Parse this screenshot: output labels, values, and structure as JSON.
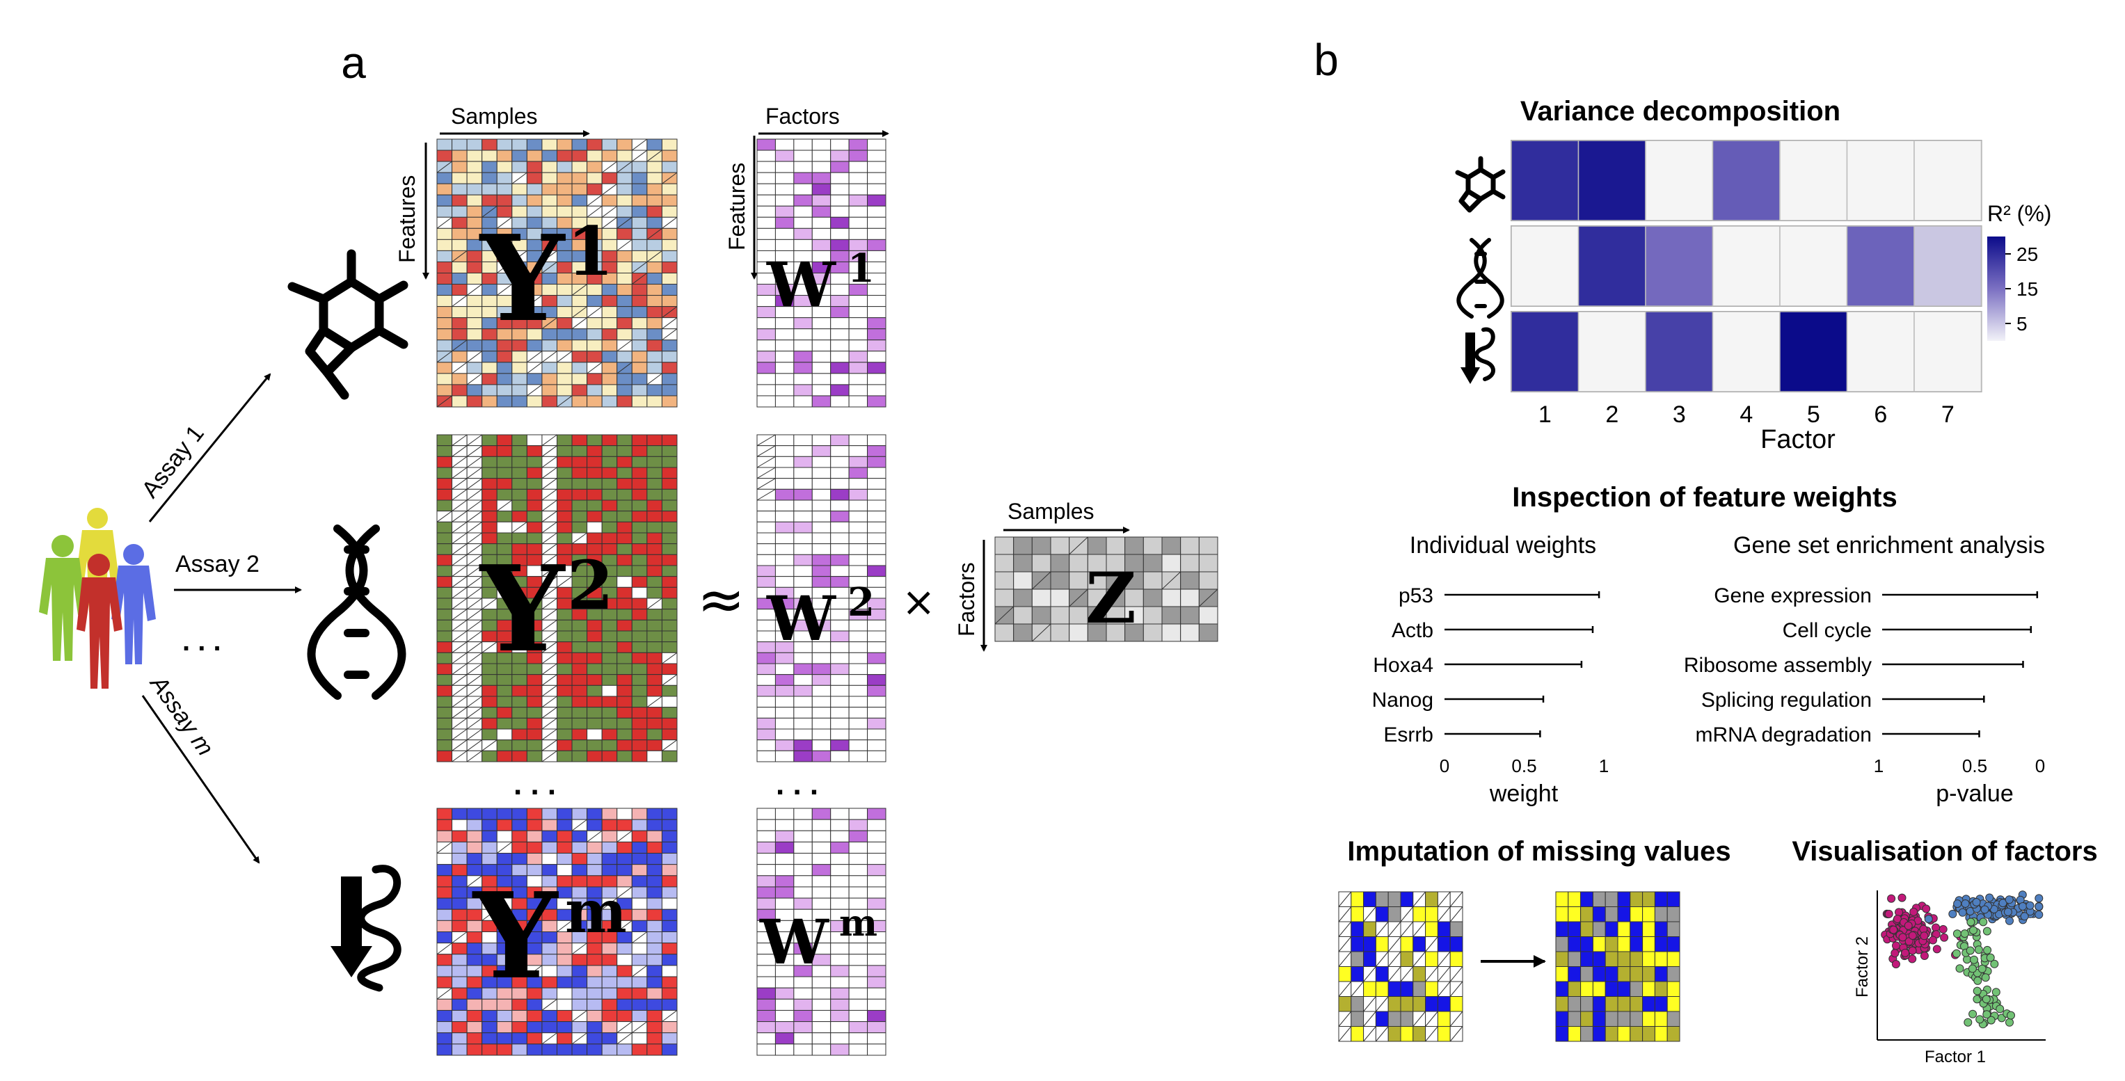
{
  "panel_a": {
    "label": "a",
    "assays": [
      "Assay 1",
      "Assay 2",
      "Assay m"
    ],
    "ellipsis": ". . .",
    "axis_samples": "Samples",
    "axis_factors": "Factors",
    "axis_features": "Features",
    "matrices": {
      "y1_base": "Y",
      "y1_sup": "1",
      "y2_base": "Y",
      "y2_sup": "2",
      "ym_base": "Y",
      "ym_sup": "m",
      "w1_base": "W",
      "w1_sup": "1",
      "w2_base": "W",
      "w2_sup": "2",
      "wm_base": "W",
      "wm_sup": "m",
      "z": "Z"
    },
    "approx_symbol": "≈",
    "times_symbol": "×",
    "palettes": {
      "y1": [
        "#d94a45",
        "#f2b480",
        "#f8eec0",
        "#b8cde2",
        "#6b8ec6",
        "#ffffff"
      ],
      "y2": [
        "#d9302e",
        "#6e8f46",
        "#ffffff"
      ],
      "ym": [
        "#3e4ae0",
        "#ea3c3a",
        "#f5b3b3",
        "#b7bbf2",
        "#ffffff"
      ],
      "w": [
        "#ffffff",
        "#e2b3ef",
        "#c16fdc",
        "#9b3dc6"
      ],
      "z": [
        "#9a9a9a",
        "#cfcfcf",
        "#e9e9e9"
      ]
    }
  },
  "panel_b": {
    "label": "b",
    "variance": {
      "title": "Variance decomposition",
      "xlabel": "Factor",
      "legend_title": "R² (%)",
      "legend_ticks": [
        "25",
        "15",
        "5"
      ],
      "color_low": "#f2f2f2",
      "color_high": "#0b0b8a"
    },
    "weights": {
      "title": "Inspection of feature weights",
      "individual_title": "Individual weights",
      "individual_genes": [
        "p53",
        "Actb",
        "Hoxa4",
        "Nanog",
        "Esrrb"
      ],
      "individual_ticks": [
        "0",
        "0.5",
        "1"
      ],
      "individual_xlabel": "weight",
      "gsea_title": "Gene set enrichment analysis",
      "gsea_sets": [
        "Gene expression",
        "Cell cycle",
        "Ribosome assembly",
        "Splicing regulation",
        "mRNA degradation"
      ],
      "gsea_ticks": [
        "1",
        "0.5",
        "0"
      ],
      "gsea_xlabel": "p-value"
    },
    "imputation": {
      "title": "Imputation of missing values",
      "palette": [
        "#ffff22",
        "#1515e6",
        "#9a9a9a",
        "#b4b030"
      ]
    },
    "visualisation": {
      "title": "Visualisation of factors",
      "xlabel": "Factor 1",
      "ylabel": "Factor 2",
      "cluster_colors": [
        "#c2197a",
        "#4f7fc0",
        "#72c275"
      ]
    }
  },
  "chart_data": [
    {
      "type": "heatmap",
      "title": "Variance decomposition",
      "xlabel": "Factor",
      "categories": [
        "1",
        "2",
        "3",
        "4",
        "5",
        "6",
        "7"
      ],
      "rows": [
        "Assay 1",
        "Assay 2",
        "Assay m"
      ],
      "values": [
        [
          25,
          28,
          0,
          18,
          0,
          0,
          0
        ],
        [
          0,
          25,
          16,
          0,
          0,
          17,
          5
        ],
        [
          25,
          0,
          22,
          0,
          30,
          0,
          0
        ]
      ],
      "legend_title": "R² (%)",
      "legend_ticks": [
        25,
        15,
        5
      ],
      "zlim": [
        0,
        30
      ]
    },
    {
      "type": "bar",
      "title": "Individual weights",
      "xlabel": "weight",
      "categories": [
        "p53",
        "Actb",
        "Hoxa4",
        "Nanog",
        "Esrrb"
      ],
      "values": [
        0.97,
        0.93,
        0.86,
        0.62,
        0.6
      ],
      "xlim": [
        0,
        1
      ]
    },
    {
      "type": "bar",
      "title": "Gene set enrichment analysis",
      "xlabel": "p-value",
      "categories": [
        "Gene expression",
        "Cell cycle",
        "Ribosome assembly",
        "Splicing regulation",
        "mRNA degradation"
      ],
      "values": [
        0.01,
        0.05,
        0.1,
        0.35,
        0.38
      ],
      "xlim": [
        1,
        0
      ]
    },
    {
      "type": "scatter",
      "title": "Visualisation of factors",
      "xlabel": "Factor 1",
      "ylabel": "Factor 2",
      "series": [
        {
          "cx": 0.18,
          "cy": 0.72,
          "sx": 0.09,
          "sy": 0.08,
          "n": 120
        },
        {
          "cx": 0.72,
          "cy": 0.88,
          "sx": 0.14,
          "sy": 0.04,
          "n": 110
        },
        {
          "cx": 0.62,
          "cy": 0.45,
          "sx": 0.06,
          "sy": 0.2,
          "n": 70
        }
      ]
    }
  ]
}
